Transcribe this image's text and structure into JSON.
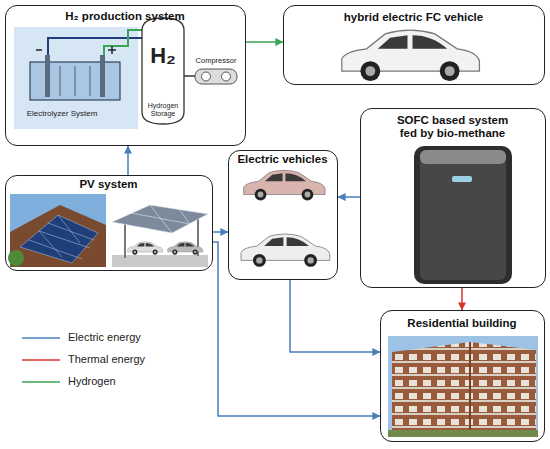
{
  "diagram": {
    "nodes": [
      {
        "text": [
          "H₂ production system"
        ]
      },
      {
        "text": [
          "hybrid electric FC vehicle"
        ]
      },
      {
        "text": [
          "PV system"
        ]
      },
      {
        "text": [
          "Electric vehicles"
        ]
      },
      {
        "text": [
          "SOFC based system fed by bio-methane"
        ]
      },
      {
        "text": [
          "Residential building"
        ]
      }
    ],
    "edges": [
      {
        "from": 0,
        "to": 1,
        "arrow": "to"
      },
      {
        "from": 2,
        "to": 0,
        "arrow": "to"
      },
      {
        "from": 2,
        "to": 3,
        "arrow": "to"
      },
      {
        "from": 2,
        "to": 5,
        "arrow": "to"
      },
      {
        "from": 4,
        "to": 3,
        "arrow": "to"
      },
      {
        "from": 4,
        "to": 5,
        "arrow": "to"
      },
      {
        "from": 3,
        "to": 5,
        "arrow": "to"
      }
    ],
    "labels": [
      "Electrolyzer System",
      "H₂",
      "Hydrogen Storage",
      "Compressor"
    ],
    "legend": [
      {
        "text": "Electric energy"
      },
      {
        "text": "Thermal energy"
      },
      {
        "text": "Hydrogen"
      }
    ]
  }
}
